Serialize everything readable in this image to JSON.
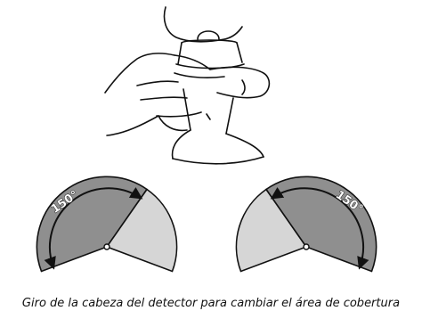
{
  "diagrams": [
    {
      "angle_label": "150°"
    },
    {
      "angle_label": "150°"
    }
  ],
  "caption": "Giro de la cabeza del detector para cambiar el área de cobertura",
  "colors": {
    "coverage_dark": "#8f8f8f",
    "coverage_light": "#d6d6d6",
    "outline": "#111111"
  },
  "icons": [
    "hand-rotating-detector-icon",
    "curved-arrow-icon"
  ]
}
